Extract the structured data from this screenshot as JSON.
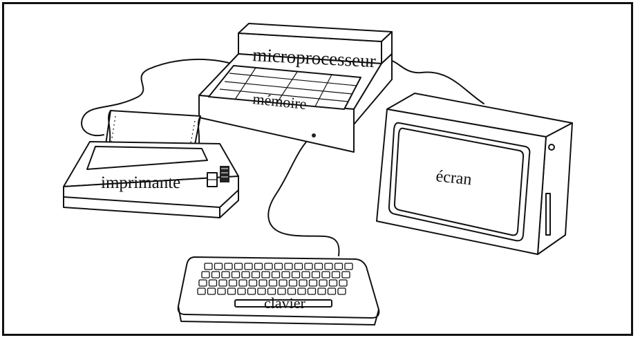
{
  "diagram": {
    "labels": {
      "microprocessor": "microprocesseur",
      "memory": "mémoire",
      "screen": "écran",
      "printer": "imprimante",
      "keyboard": "clavier"
    },
    "colors": {
      "line": "#111111",
      "background": "#ffffff",
      "screen_dark": "#222222"
    }
  }
}
